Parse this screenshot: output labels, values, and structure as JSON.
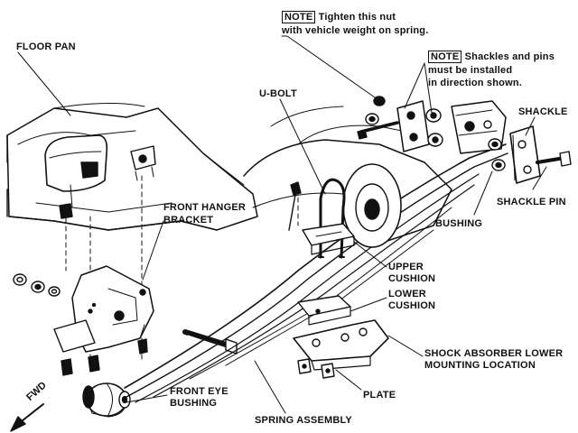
{
  "labels": {
    "floor_pan": "FLOOR PAN",
    "note1_tag": "NOTE",
    "note1_line1": "Tighten this nut",
    "note1_line2": "with vehicle weight on spring.",
    "note2_tag": "NOTE",
    "note2_line1": "Shackles and pins",
    "note2_line2": "must be installed",
    "note2_line3": "in direction shown.",
    "u_bolt": "U-BOLT",
    "shackle": "SHACKLE",
    "shackle_pin": "SHACKLE PIN",
    "bushing": "BUSHING",
    "front_hanger_bracket_1": "FRONT HANGER",
    "front_hanger_bracket_2": "BRACKET",
    "upper_cushion_1": "UPPER",
    "upper_cushion_2": "CUSHION",
    "lower_cushion_1": "LOWER",
    "lower_cushion_2": "CUSHION",
    "shock_lower_1": "SHOCK ABSORBER LOWER",
    "shock_lower_2": "MOUNTING LOCATION",
    "plate": "PLATE",
    "front_eye_bushing_1": "FRONT EYE",
    "front_eye_bushing_2": "BUSHING",
    "spring_assembly": "SPRING ASSEMBLY",
    "fwd": "FWD"
  }
}
